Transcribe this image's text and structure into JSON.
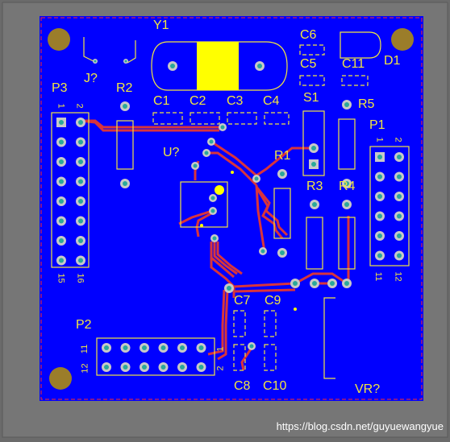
{
  "colors": {
    "board": "#0000ff",
    "silkscreen": "#f2e640",
    "trace": "#d8343c",
    "pad_ring": "#c8c8c8",
    "pad_hole": "#2aa89a",
    "crystal_body": "#ffff00",
    "mounting_hole": "#9b7d2a",
    "workspace": "#6b6b6b"
  },
  "labels": {
    "y1": "Y1",
    "j": "J?",
    "p3": "P3",
    "r2": "R2",
    "c1": "C1",
    "c2": "C2",
    "c3": "C3",
    "c4": "C4",
    "c6": "C6",
    "c5": "C5",
    "c11": "C11",
    "d1": "D1",
    "s1": "S1",
    "r5": "R5",
    "p1": "P1",
    "u": "U?",
    "r1": "R1",
    "r3": "R3",
    "r4": "R4",
    "c7": "C7",
    "c9": "C9",
    "p2": "P2",
    "c8": "C8",
    "c10": "C10",
    "vr": "VR?"
  },
  "pin_numbers": {
    "p3_pin1": "1",
    "p3_pin2": "2",
    "p3_pin15": "15",
    "p3_pin16": "16",
    "p1_pin1": "1",
    "p1_pin2": "2",
    "p1_pin11": "11",
    "p1_pin12": "12",
    "p2_pin11": "11",
    "p2_pin12": "12",
    "p2_pin1": "1",
    "p2_pin2": "2"
  },
  "watermark": "https://blog.csdn.net/guyuewangyue"
}
